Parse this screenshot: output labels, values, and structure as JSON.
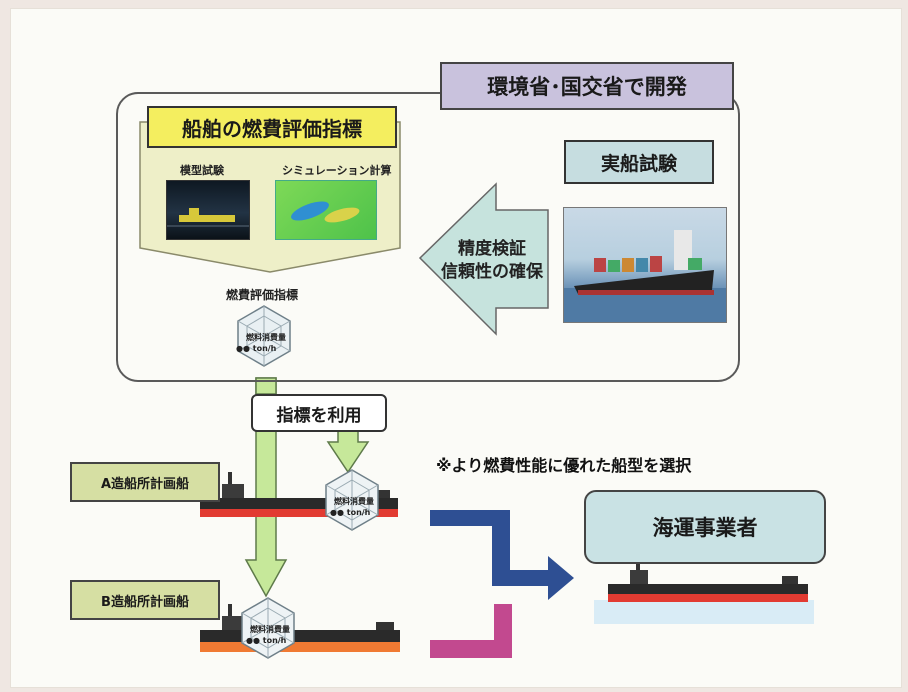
{
  "header": {
    "developer_tag": "環境省･国交省で開発"
  },
  "fuel_index": {
    "title": "船舶の燃費評価指標",
    "model_test_label": "模型試験",
    "simulation_label": "シミュレーション計算",
    "output_label": "燃費評価指標",
    "radar_label": "燃料消費量",
    "radar_value_label": "●● ton/h"
  },
  "sea_trial": {
    "title": "実船試験",
    "verification_line1": "精度検証",
    "verification_line2": "信頼性の確保"
  },
  "usage": {
    "label": "指標を利用"
  },
  "ships": {
    "a_label": "A造船所計画船",
    "b_label": "B造船所計画船",
    "radar_label": "燃料消費量",
    "radar_value": "●● ton/h"
  },
  "selection_note": "※より燃費性能に優れた船型を選択",
  "operator": {
    "label": "海運事業者"
  },
  "colors": {
    "title_yellow": "#f4ee5f",
    "tag_purple": "#c9c2dd",
    "tag_teal": "#c6dde0",
    "arrow_green": "#c6e89a",
    "arrow_blue": "#2e4f93",
    "arrow_pink": "#c2498f",
    "ship_label_green": "#d6dfa3"
  }
}
